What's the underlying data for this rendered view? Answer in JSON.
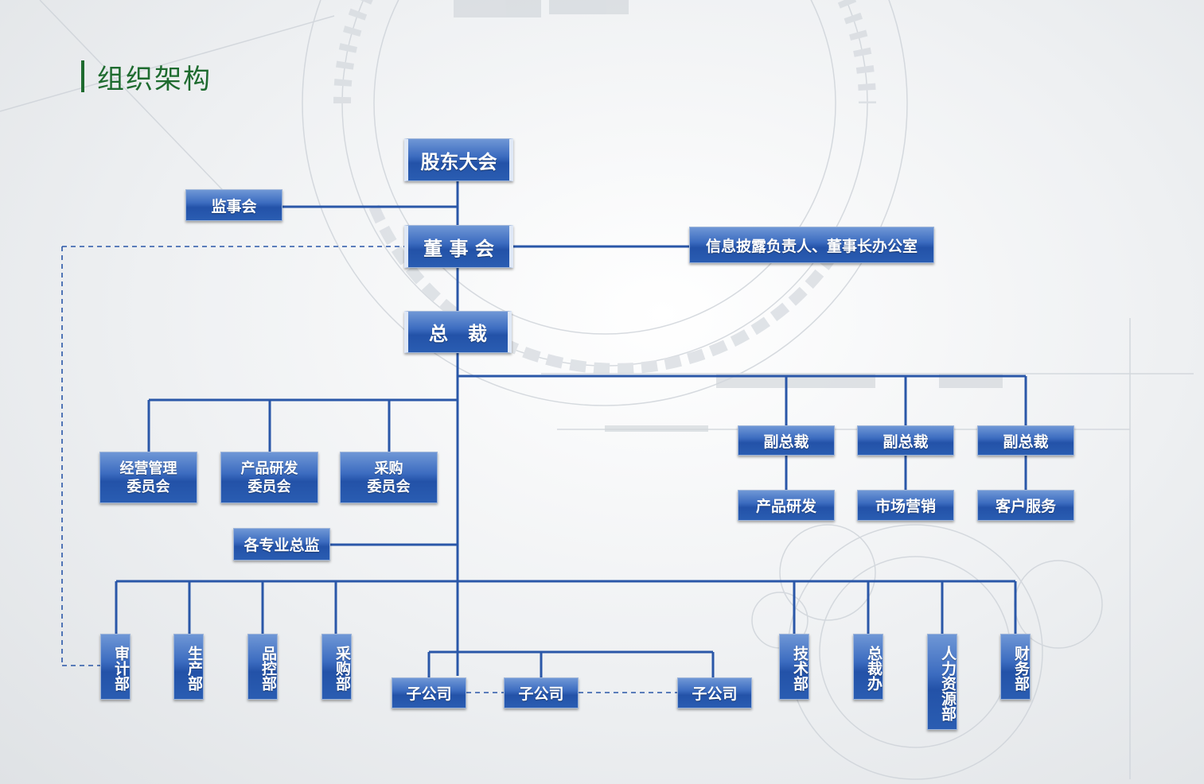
{
  "title": "组织架构",
  "colors": {
    "accent": "#1e6b2f",
    "line": "#2a57a8",
    "node": "#2b5cb2"
  },
  "nodes": {
    "shareholders": "股东大会",
    "supervisors": "监事会",
    "board": "董 事 会",
    "disclosure": "信息披露负责人、董事长办公室",
    "president": "总   裁",
    "committee_ops": [
      "经营管理",
      "委员会"
    ],
    "committee_rd": [
      "产品研发",
      "委员会"
    ],
    "committee_purchase": [
      "采购",
      "委员会"
    ],
    "directors": "各专业总监",
    "vp1": "副总裁",
    "vp2": "副总裁",
    "vp3": "副总裁",
    "vp1_dept": "产品研发",
    "vp2_dept": "市场营销",
    "vp3_dept": "客户服务",
    "audit": "审计部",
    "production": "生产部",
    "qc": "品控部",
    "purchasing": "采购部",
    "sub1": "子公司",
    "sub2": "子公司",
    "sub3": "子公司",
    "tech": "技术部",
    "office": "总裁办",
    "hr": "人力资源部",
    "finance": "财务部"
  }
}
